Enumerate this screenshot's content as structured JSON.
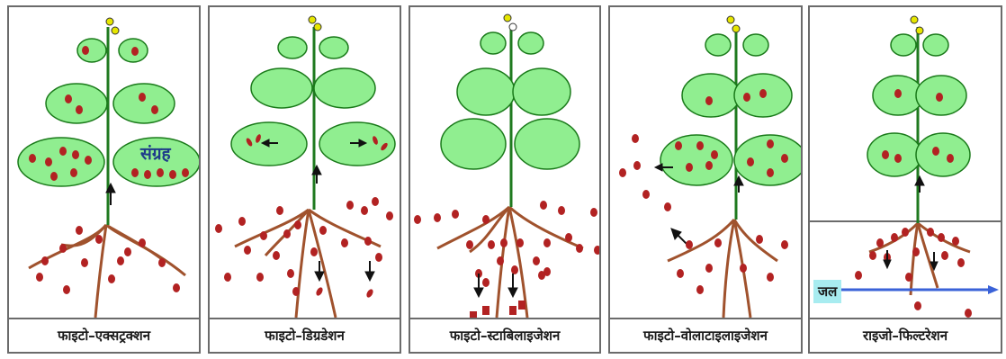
{
  "panels": [
    {
      "id": "phyto-extraction",
      "caption": "फाइटो–एक्सट्रक्शन",
      "label": "संग्रह"
    },
    {
      "id": "phyto-degradation",
      "caption": "फाइटो–डिग्रडेशन"
    },
    {
      "id": "phyto-stabilization",
      "caption": "फाइटो–स्टाबिलाइजेशन"
    },
    {
      "id": "phyto-volatilization",
      "caption": "फाइटो–वोलाटाइलाइजेशन"
    },
    {
      "id": "rhizo-filtration",
      "caption": "राइजो–फिल्टरेशन",
      "water_label": "जल"
    }
  ],
  "colors": {
    "leaf_fill": "#90ee90",
    "leaf_stroke": "#1a7a1a",
    "stem": "#1f7a1f",
    "root": "#a0522d",
    "particle": "#b22222",
    "flower": "#e6e600",
    "water_line": "#3a62d8",
    "water_label_bg": "#a8ecf0",
    "border": "#6b6b6b"
  }
}
